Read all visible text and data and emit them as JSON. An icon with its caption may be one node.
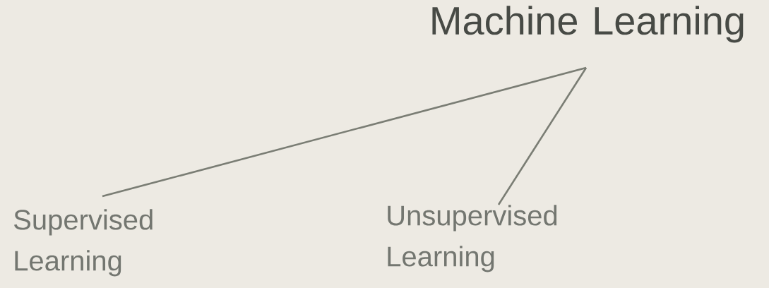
{
  "diagram": {
    "nodes": [
      {
        "text": [
          "Machine Learning"
        ]
      },
      {
        "text": [
          "Supervised Learning"
        ]
      },
      {
        "text": [
          "Unsupervised Learning"
        ]
      }
    ],
    "edges": [
      {
        "from": 0,
        "to": 1,
        "arrow": "none"
      },
      {
        "from": 0,
        "to": 2,
        "arrow": "none"
      }
    ]
  }
}
